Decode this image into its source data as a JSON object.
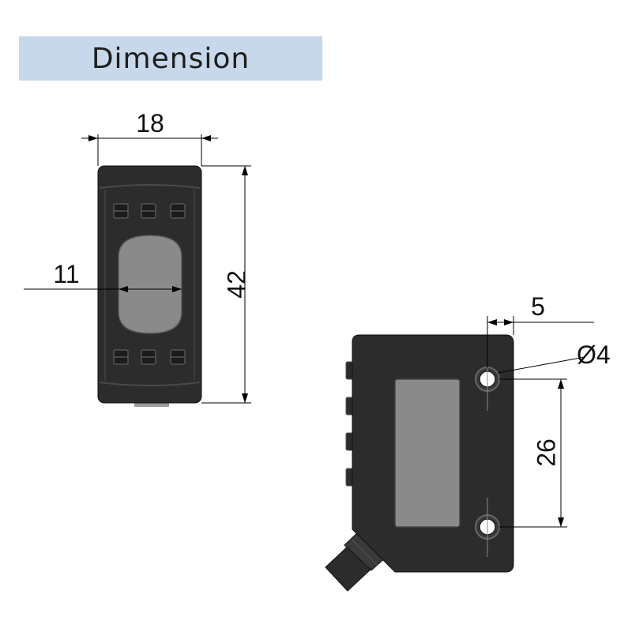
{
  "header": {
    "title": "Dimension"
  },
  "front_view": {
    "width_label": "18",
    "height_label": "42",
    "window_label": "11"
  },
  "side_view": {
    "offset_label": "5",
    "hole_label": "Ø4",
    "spacing_label": "26"
  },
  "colors": {
    "header_band": "#c6d8ea",
    "housing": "#2c2c2c",
    "window": "#8a8a8a",
    "line": "#000000"
  }
}
